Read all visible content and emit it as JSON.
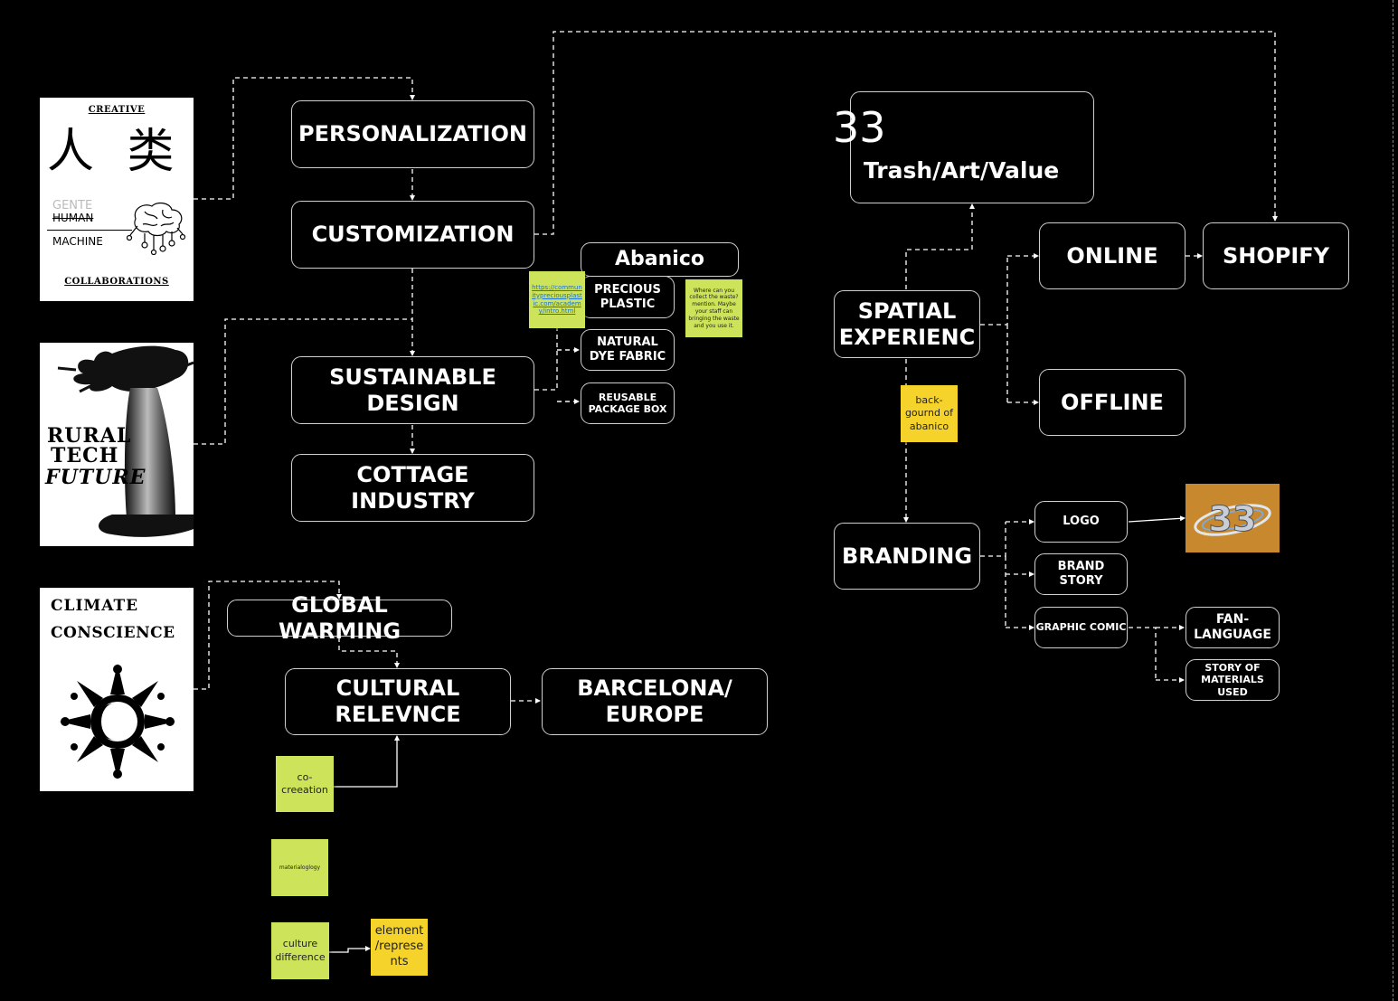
{
  "colors": {
    "background": "#000000",
    "node_border": "#cfcfcf",
    "connector": "#ffffff",
    "sticky_green": "#cde35a",
    "sticky_yellow": "#f5d32b",
    "logo_tile": "#c7882e"
  },
  "posters": {
    "creative": {
      "top": "CREATIVE",
      "cjk": "人 类",
      "gente": "GENTE",
      "human": "HUMAN",
      "machine": "MACHINE",
      "bottom": "COLLABORATIONS",
      "icon": "brain-circuit-icon"
    },
    "rural": {
      "line1": "RURAL",
      "line2": "TECH",
      "line3": "FUTURE",
      "icon": "baobab-tree-icon"
    },
    "climate": {
      "line1": "CLIMATE",
      "line2": "CONSCIENCE",
      "icon": "sun-moon-icon"
    }
  },
  "nodes": {
    "personalization": "PERSONALIZATION",
    "customization": "CUSTOMIZATION",
    "sustainable_design": "SUSTAINABLE\nDESIGN",
    "cottage_industry": "COTTAGE\nINDUSTRY",
    "abanico": "Abanico",
    "precious_plastic": "PRECIOUS\nPLASTIC",
    "natural_dye_fabric": "NATURAL\nDYE FABRIC",
    "reusable_package_box": "REUSABLE\nPACKAGE BOX",
    "global_warming": "GLOBAL WARMING",
    "cultural_relevnce": "CULTURAL\nRELEVNCE",
    "barcelona_europe": "BARCELONA/\nEUROPE",
    "trash_number": "33",
    "trash_art_value": "Trash/Art/Value",
    "spatial_experienc": "SPATIAL\nEXPERIENC",
    "online": "ONLINE",
    "shopify": "SHOPIFY",
    "offline": "OFFLINE",
    "branding": "BRANDING",
    "logo": "LOGO",
    "brand_story": "BRAND\nSTORY",
    "graphic_comic": "GRAPHIC COMIC",
    "fan_language": "FAN-\nLANGUAGE",
    "story_of_materials_used": "STORY OF\nMATERIALS\nUSED"
  },
  "logo_image": {
    "text": "33",
    "icon": "orbit-33-logo-icon"
  },
  "stickies": {
    "link_note": "https://communitypreciousplastic.com/academy/intro.html",
    "waste_note": "Where can you collect the waste? mention. Maybe your staff can bringing the waste and you use it.",
    "background_abanico": "back-\ngournd of\nabanico",
    "co_creeation": "co-\ncreeation",
    "materialoglogy": "materialoglogy",
    "culture_difference": "culture\ndifference",
    "element_represents": "element\n/represe\nnts"
  }
}
